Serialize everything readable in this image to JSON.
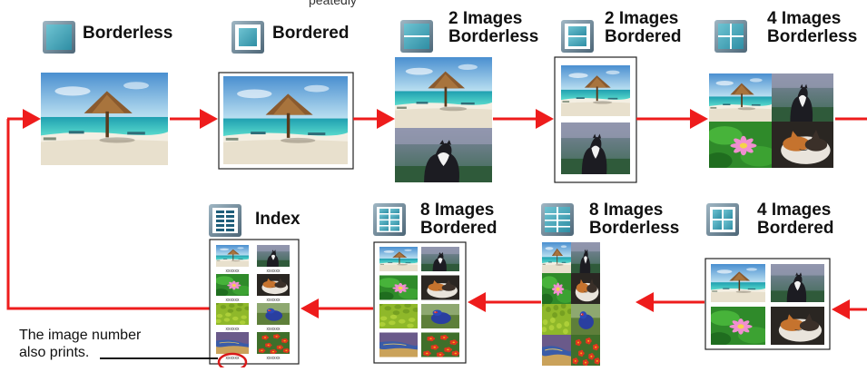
{
  "top_fragment": "peatedly",
  "modes": [
    {
      "id": "borderless",
      "label_lines": [
        "Borderless"
      ],
      "icon": "layout-1-borderless-icon"
    },
    {
      "id": "bordered",
      "label_lines": [
        "Bordered"
      ],
      "icon": "layout-1-bordered-icon"
    },
    {
      "id": "two-borderless",
      "label_lines": [
        "2 Images",
        "Borderless"
      ],
      "icon": "layout-2-borderless-icon"
    },
    {
      "id": "two-bordered",
      "label_lines": [
        "2 Images",
        "Bordered"
      ],
      "icon": "layout-2-bordered-icon"
    },
    {
      "id": "four-borderless",
      "label_lines": [
        "4 Images",
        "Borderless"
      ],
      "icon": "layout-4-borderless-icon"
    },
    {
      "id": "four-bordered",
      "label_lines": [
        "4 Images",
        "Bordered"
      ],
      "icon": "layout-4-bordered-icon"
    },
    {
      "id": "eight-borderless",
      "label_lines": [
        "8 Images",
        "Borderless"
      ],
      "icon": "layout-8-borderless-icon"
    },
    {
      "id": "eight-bordered",
      "label_lines": [
        "8 Images",
        "Bordered"
      ],
      "icon": "layout-8-bordered-icon"
    },
    {
      "id": "index",
      "label_lines": [
        "Index"
      ],
      "icon": "layout-index-icon"
    }
  ],
  "index_caption": "xxxxxx",
  "note_lines": [
    "The image number",
    "also prints."
  ],
  "colors": {
    "arrow": "#ee1c1c",
    "icon_frame": "#6f8796",
    "icon_fill": "#3fa0b4",
    "highlight": "#d91a1a"
  }
}
